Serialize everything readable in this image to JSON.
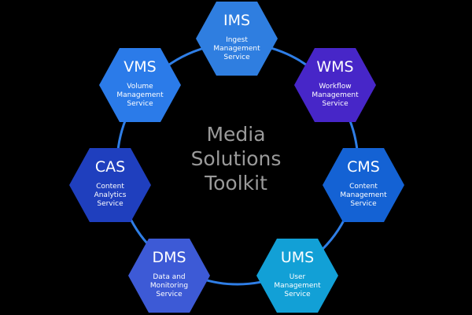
{
  "center": {
    "line1": "Media",
    "line2": "Solutions",
    "line3": "Toolkit"
  },
  "ring_color": "#2f7ee6",
  "nodes": [
    {
      "abbr": "IMS",
      "service": "Ingest\nManagement\nService",
      "color": "#2f7ee0"
    },
    {
      "abbr": "WMS",
      "service": "Workflow\nManagement\nService",
      "color": "#4726c8"
    },
    {
      "abbr": "CMS",
      "service": "Content\nManagement\nService",
      "color": "#1462d4"
    },
    {
      "abbr": "UMS",
      "service": "User\nManagement\nService",
      "color": "#12a0d6"
    },
    {
      "abbr": "DMS",
      "service": "Data and\nMonitoring\nService",
      "color": "#3d5ad6"
    },
    {
      "abbr": "CAS",
      "service": "Content\nAnalytics\nService",
      "color": "#1f3fbe"
    },
    {
      "abbr": "VMS",
      "service": "Volume\nManagement\nService",
      "color": "#2b7be9"
    }
  ]
}
